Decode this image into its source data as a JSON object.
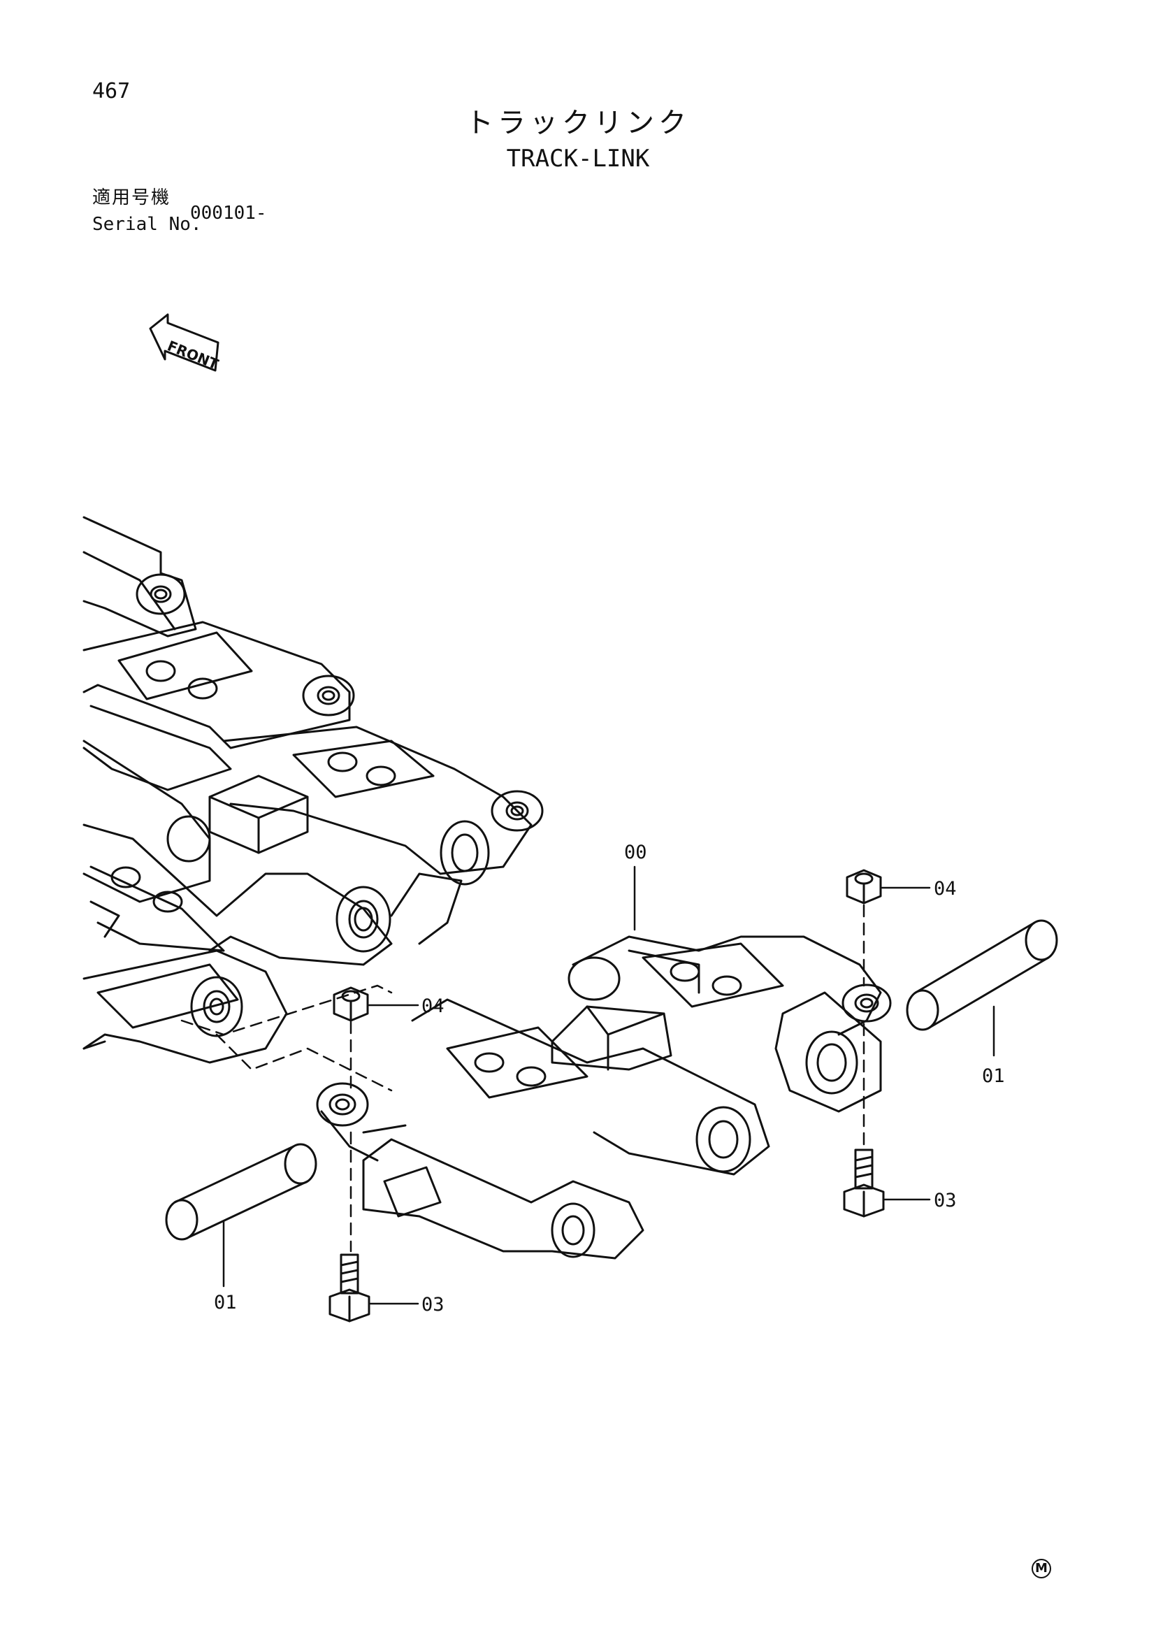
{
  "header": {
    "page_number": "467",
    "title_ja": "トラックリンク",
    "title_en": "TRACK-LINK"
  },
  "serial": {
    "label_ja": "適用号機",
    "label_en": "Serial No.",
    "value": "000101-"
  },
  "diagram": {
    "front_label": "FRONT",
    "callouts": {
      "assembly": "00",
      "pin_right": "01",
      "pin_left": "01",
      "bolt_right": "03",
      "bolt_left": "03",
      "nut_right": "04",
      "nut_left": "04"
    }
  },
  "footer": {
    "maker_mark": "M"
  }
}
